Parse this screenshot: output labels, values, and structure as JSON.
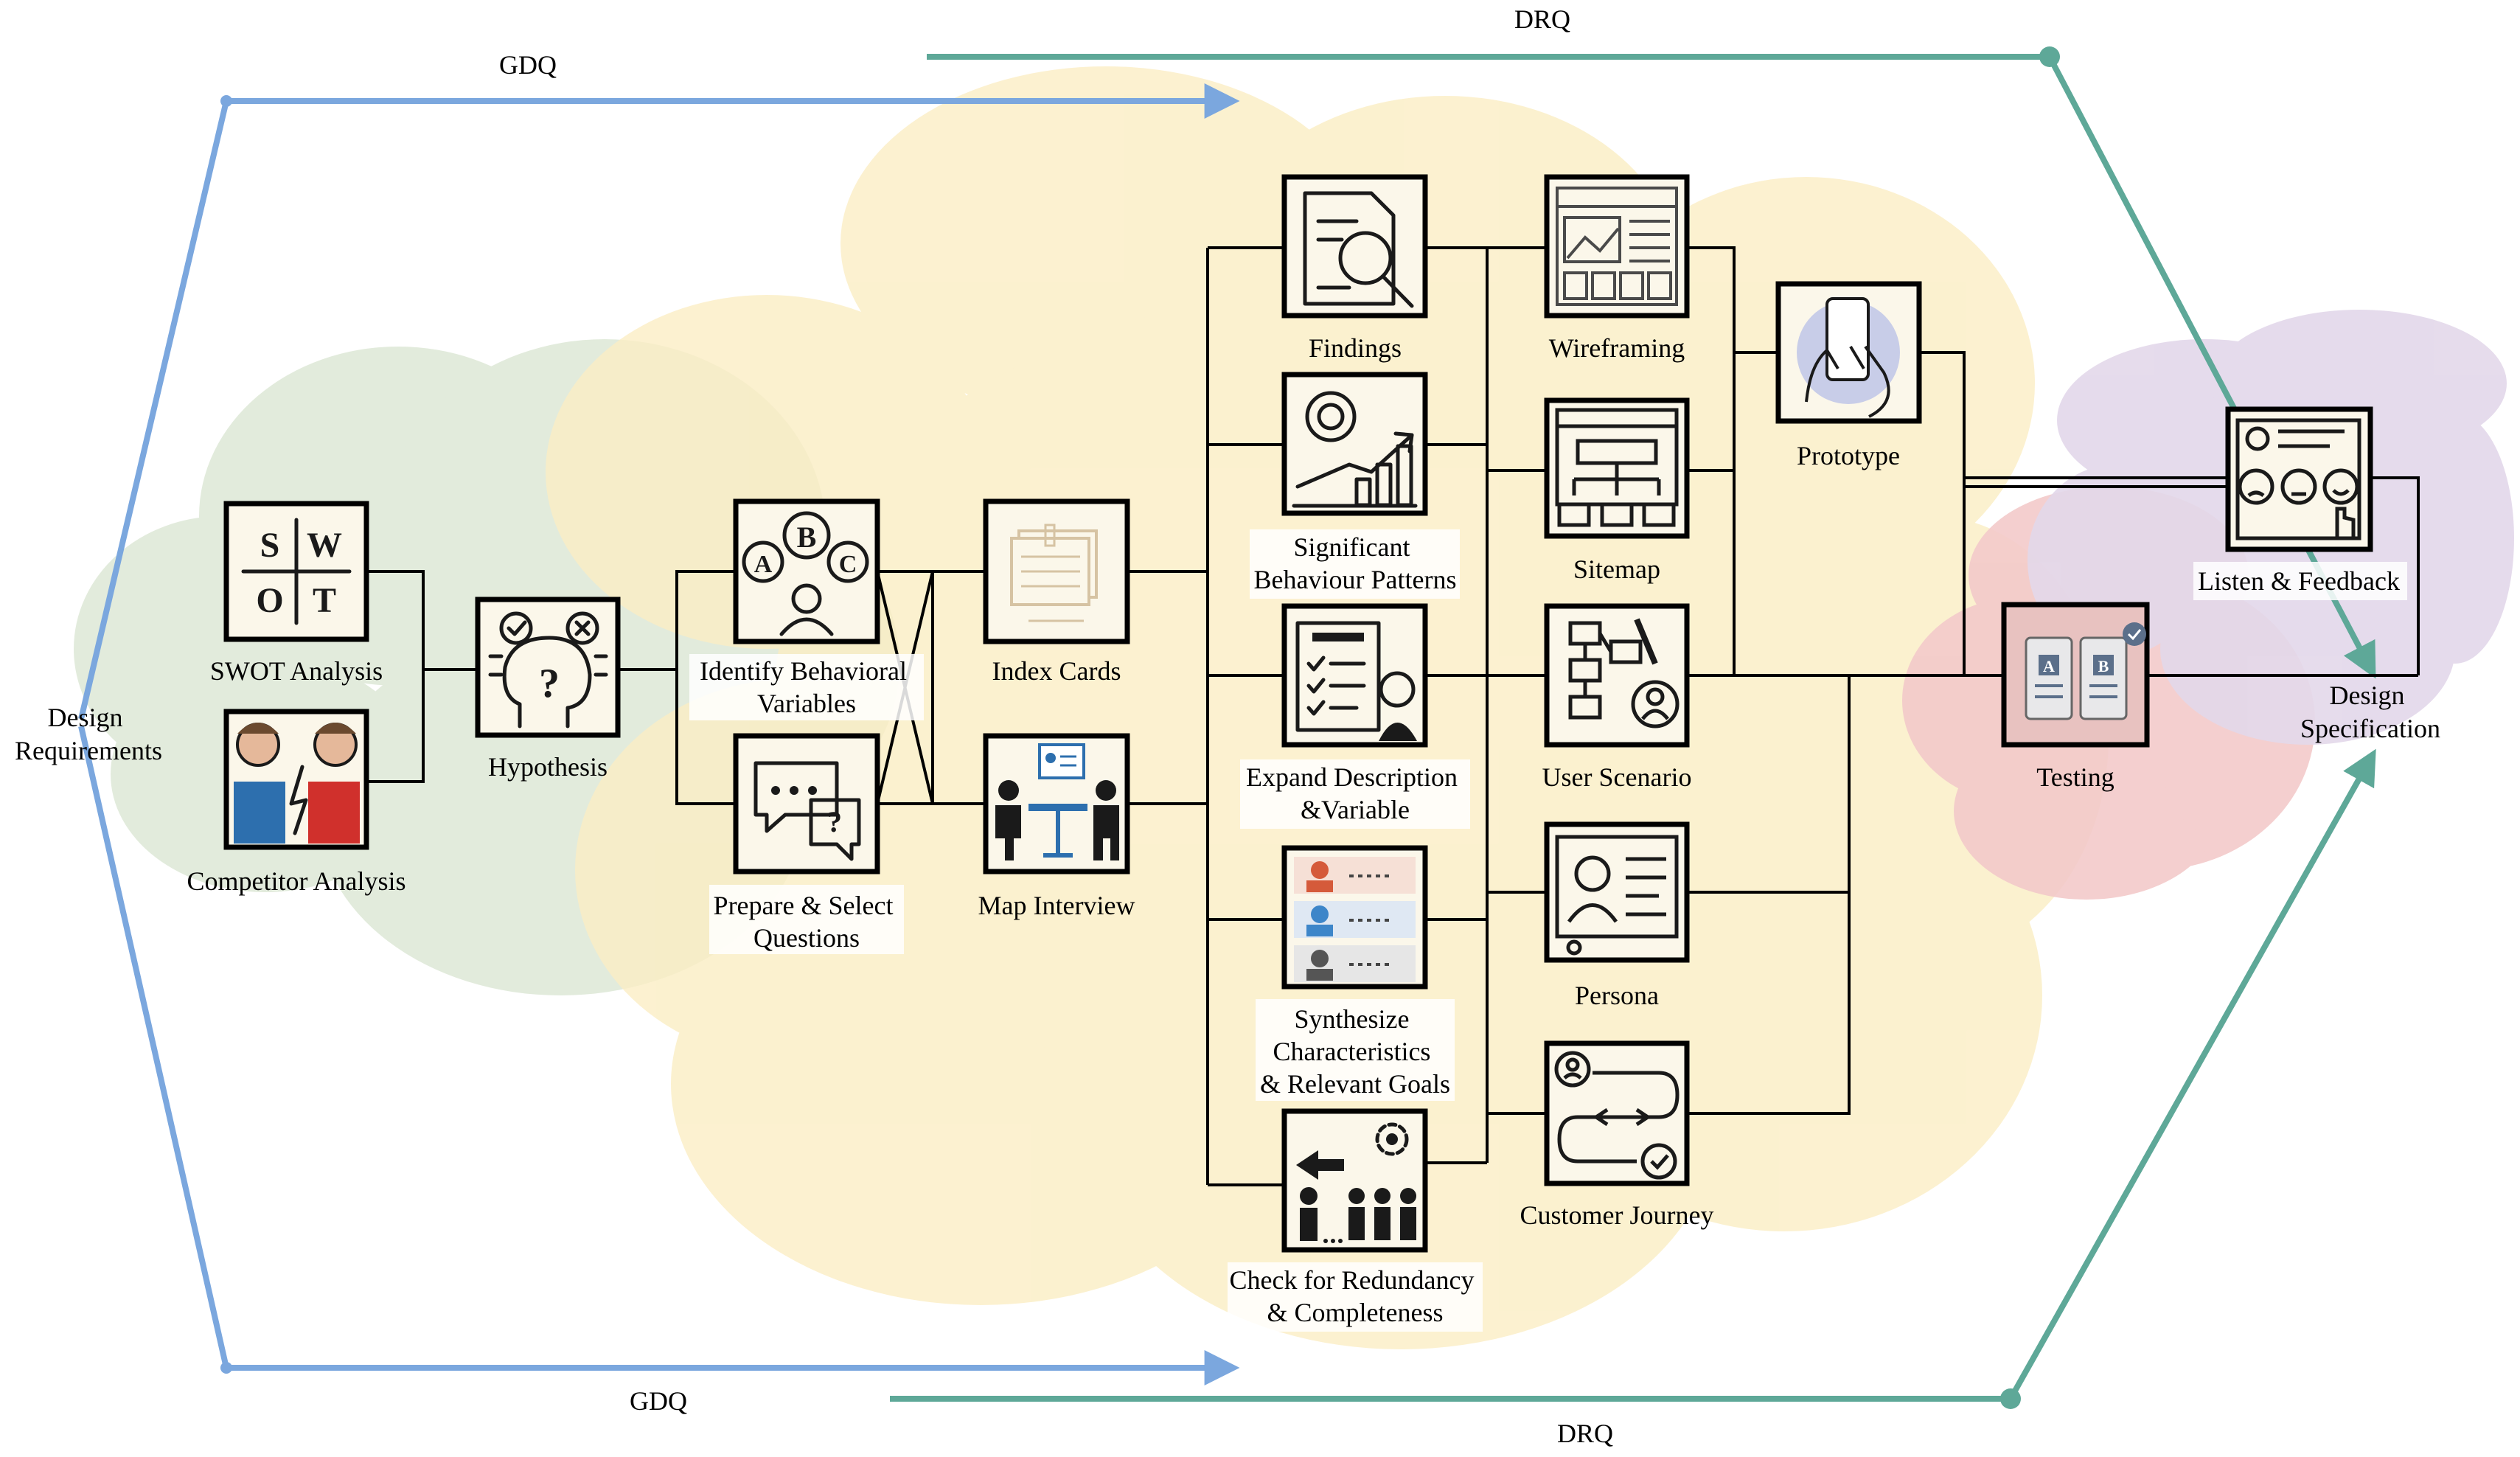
{
  "flows": {
    "gdq_top": "GDQ",
    "gdq_bottom": "GDQ",
    "drq_top": "DRQ",
    "drq_bottom": "DRQ"
  },
  "endpoints": {
    "design_requirements": [
      "Design",
      "Requirements"
    ],
    "design_specification": [
      "Design",
      "Specification"
    ]
  },
  "nodes": {
    "swot": {
      "label": [
        "SWOT Analysis"
      ],
      "glyphs": [
        "S",
        "W",
        "O",
        "T"
      ],
      "icon": "swot-grid-icon"
    },
    "competitor": {
      "label": [
        "Competitor Analysis"
      ],
      "icon": "competitors-icon"
    },
    "hypothesis": {
      "label": [
        "Hypothesis"
      ],
      "icon": "hypothesis-head-icon"
    },
    "identify": {
      "label": [
        "Identify Behavioral",
        "Variables"
      ],
      "glyphs": [
        "A",
        "B",
        "C"
      ],
      "icon": "abc-choices-icon"
    },
    "prepare": {
      "label": [
        "Prepare & Select",
        "Questions"
      ],
      "glyphs": [
        "?"
      ],
      "icon": "question-bubbles-icon"
    },
    "index_cards": {
      "label": [
        "Index Cards"
      ],
      "icon": "index-cards-icon"
    },
    "map_interview": {
      "label": [
        "Map Interview"
      ],
      "icon": "interview-icon"
    },
    "findings": {
      "label": [
        "Findings"
      ],
      "icon": "magnifier-document-icon"
    },
    "significant": {
      "label": [
        "Significant",
        "Behaviour Patterns"
      ],
      "icon": "growth-chart-icon"
    },
    "expand": {
      "label": [
        "Expand Description",
        "&Variable"
      ],
      "icon": "checklist-person-icon"
    },
    "synthesize": {
      "label": [
        "Synthesize",
        "Characteristics",
        "& Relevant Goals"
      ],
      "icon": "user-list-icon"
    },
    "check": {
      "label": [
        "Check for Redundancy",
        "& Completeness"
      ],
      "icon": "people-gear-icon"
    },
    "wireframing": {
      "label": [
        "Wireframing"
      ],
      "icon": "wireframe-icon"
    },
    "sitemap": {
      "label": [
        "Sitemap"
      ],
      "icon": "sitemap-icon"
    },
    "user_scenario": {
      "label": [
        "User Scenario"
      ],
      "icon": "scenario-icon"
    },
    "persona": {
      "label": [
        "Persona"
      ],
      "icon": "persona-icon"
    },
    "customer_journey": {
      "label": [
        "Customer Journey"
      ],
      "icon": "journey-icon"
    },
    "prototype": {
      "label": [
        "Prototype"
      ],
      "icon": "phone-hand-icon"
    },
    "testing": {
      "label": [
        "Testing"
      ],
      "glyphs": [
        "A",
        "B"
      ],
      "icon": "ab-test-icon"
    },
    "listen": {
      "label": [
        "Listen & Feedback"
      ],
      "icon": "feedback-faces-icon"
    }
  },
  "colors": {
    "gdq": "#7ba7de",
    "drq": "#5ea898",
    "cloud_green": "#dde8d6",
    "cloud_yellow": "#fbeec4",
    "cloud_pink": "#f3caca",
    "cloud_purple": "#e3d8ea"
  }
}
